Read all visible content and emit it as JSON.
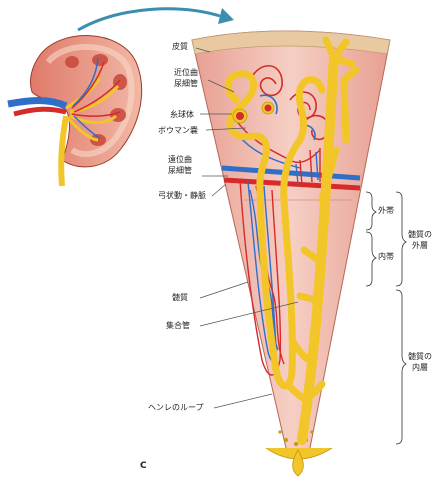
{
  "figure_letter": "C",
  "labels": {
    "cortex": "皮質",
    "pct_line1": "近位曲",
    "pct_line2": "尿細管",
    "glomerulus": "糸球体",
    "bowman": "ボウマン嚢",
    "dct_line1": "遠位曲",
    "dct_line2": "尿細管",
    "arcuate": "弓状動・静脈",
    "medulla": "髄質",
    "collecting_duct": "集合管",
    "henle": "ヘンレのループ",
    "outer_stripe": "外帯",
    "inner_stripe": "内帯",
    "outer_medulla_line1": "髄質の",
    "outer_medulla_line2": "外層",
    "inner_medulla_line1": "髄質の",
    "inner_medulla_line2": "内層"
  },
  "colors": {
    "artery": "#d62b2b",
    "vein": "#2f6fc7",
    "tubule": "#f2c628",
    "cortex_band": "#e8c9a2",
    "tissue": "#efb3a6"
  }
}
